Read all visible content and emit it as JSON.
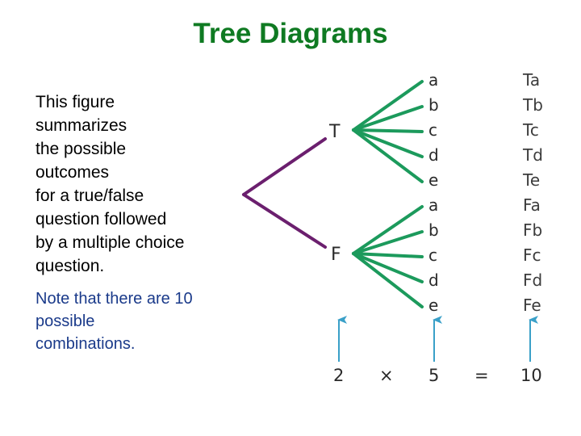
{
  "title": "Tree Diagrams",
  "description_lines": [
    "This figure",
    "summarizes",
    "the possible",
    "outcomes",
    "for a true/false",
    "question followed",
    "by a multiple choice",
    "question."
  ],
  "note_lines": [
    "Note that there are 10",
    "possible",
    "combinations."
  ],
  "tree": {
    "first_stage": [
      "T",
      "F"
    ],
    "second_stage": [
      "a",
      "b",
      "c",
      "d",
      "e"
    ],
    "outcomes": [
      "Ta",
      "Tb",
      "Tc",
      "Td",
      "Te",
      "Fa",
      "Fb",
      "Fc",
      "Fd",
      "Fe"
    ],
    "multiplication": {
      "factor1": "2",
      "times": "×",
      "factor2": "5",
      "equals": "=",
      "product": "10"
    }
  },
  "colors": {
    "title": "#0f7a22",
    "first_branch": "#6b1f6e",
    "second_branch": "#1c9a5c",
    "arrow": "#3aa0c8",
    "note": "#1a3a8a"
  }
}
